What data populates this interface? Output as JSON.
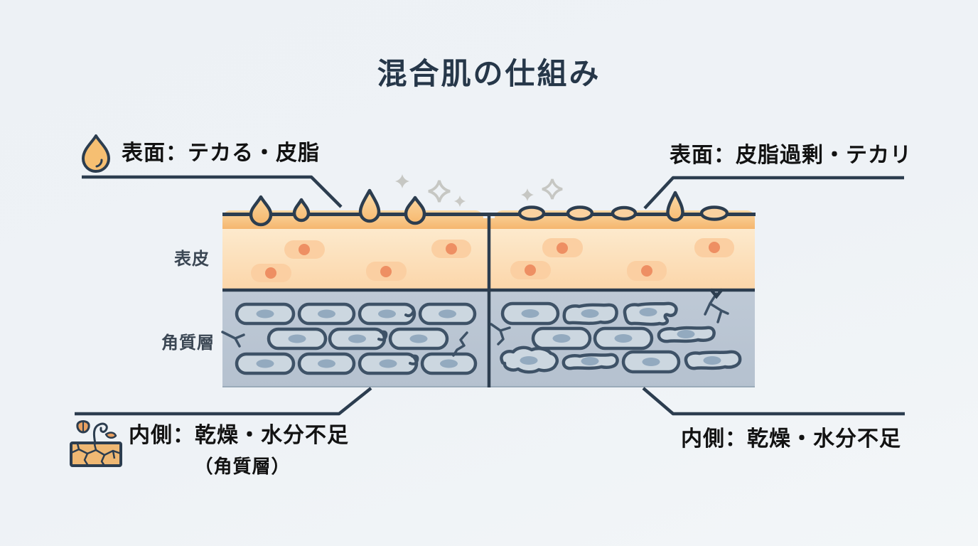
{
  "title": "混合肌の仕組み",
  "callouts": {
    "top_left": {
      "label": "表面：テカる・皮脂",
      "icon": "oil-droplet-icon"
    },
    "top_right": {
      "label": "表面：皮脂過剰・テカリ"
    },
    "bottom_left": {
      "label": "内側：乾燥・水分不足",
      "sub_label": "（角質層）",
      "icon": "dry-cracked-skin-icon"
    },
    "bottom_right": {
      "label": "内側：乾燥・水分不足"
    }
  },
  "layer_labels": {
    "epidermis": "表皮",
    "stratum_corneum": "角質層"
  },
  "icons": {
    "oil_droplet": "oil-droplet-icon",
    "dry_cracked_skin": "dry-cracked-skin-icon",
    "shine": "sparkle-icon"
  },
  "colors": {
    "background": "#eef1f5",
    "title_text": "#263749",
    "label_text": "#121212",
    "layer_label_text": "#3b4754",
    "outline_navy": "#2c3d4f",
    "sebum_orange": "#f5b26b",
    "epidermis_peach": "#fde3bf",
    "epidermis_cell": "#fbcfa2",
    "cell_nucleus_orange": "#ee8f63",
    "corneum_blue_gray": "#bac6d3",
    "corneum_cell_fill": "#ccd7e0",
    "corneum_cell_outline": "#3e5267",
    "corneum_nucleus": "#93aabf",
    "sparkle_gray": "#c6c7c3"
  }
}
